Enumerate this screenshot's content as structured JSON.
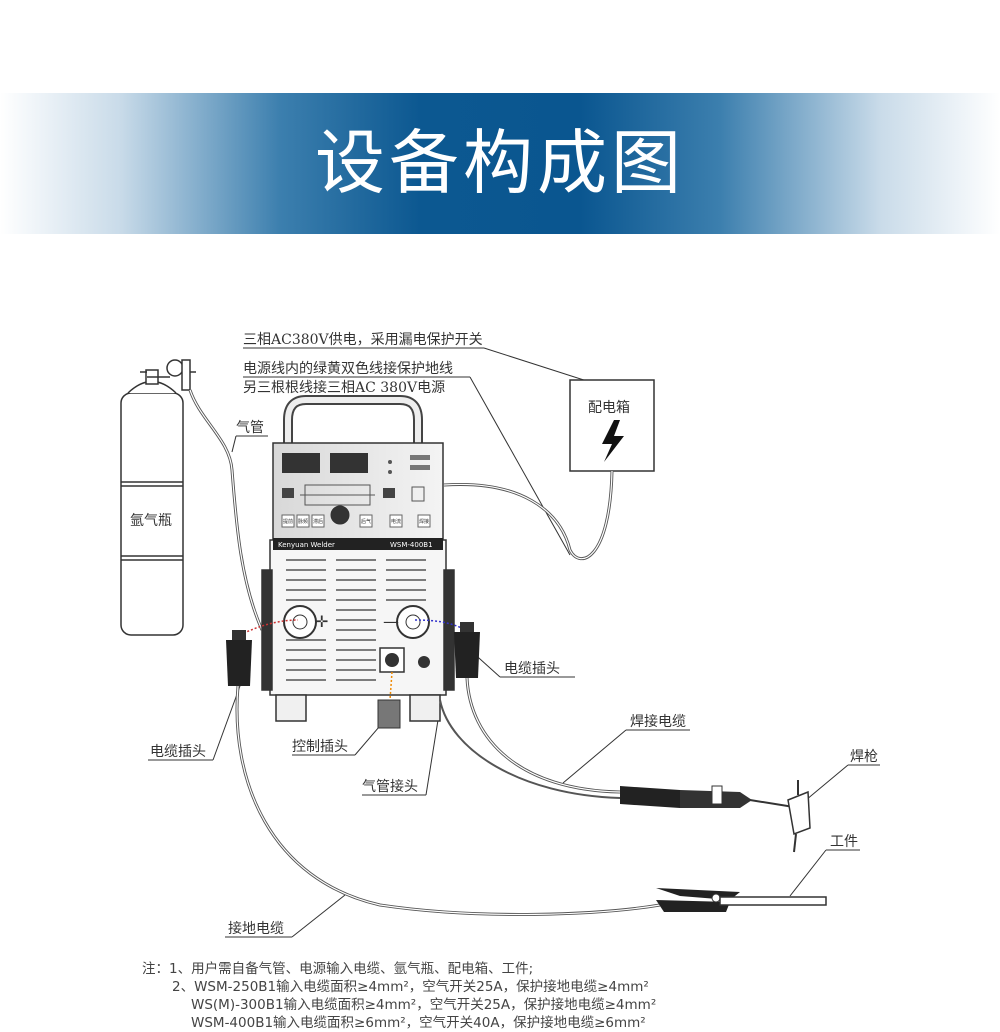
{
  "title": "设备构成图",
  "labels": {
    "power_supply": "三相AC380V供电，采用漏电保护开关",
    "ground_note_1": "电源线内的绿黄双色线接保护地线",
    "ground_note_2": "另三根根线接三相AC 380V电源",
    "distribution_box": "配电箱",
    "gas_hose": "气管",
    "argon_bottle": "氩气瓶",
    "cable_plug_right": "电缆插头",
    "cable_plug_left": "电缆插头",
    "control_plug": "控制插头",
    "gas_connector": "气管接头",
    "welding_cable": "焊接电缆",
    "torch": "焊枪",
    "workpiece": "工件",
    "ground_cable": "接地电缆"
  },
  "machine": {
    "brand": "Kenyuan Welder",
    "model": "WSM-400B1",
    "buttons": [
      "提前",
      "脉频",
      "滞后",
      "后气",
      "电流",
      "焊接"
    ]
  },
  "notes": {
    "line1": "注：1、用户需自备气管、电源输入电缆、氩气瓶、配电箱、工件;",
    "line2": "2、WSM-250B1输入电缆面积≥4mm²，空气开关25A，保护接地电缆≥4mm²",
    "line3": "WS(M)-300B1输入电缆面积≥4mm²，空气开关25A，保护接地电缆≥4mm²",
    "line4": "WSM-400B1输入电缆面积≥6mm²，空气开关40A，保护接地电缆≥6mm²"
  }
}
